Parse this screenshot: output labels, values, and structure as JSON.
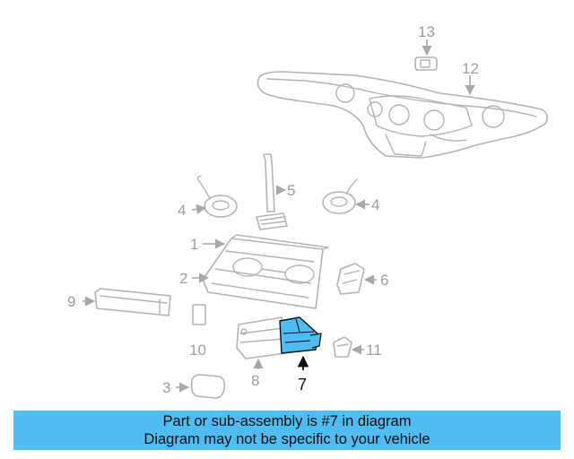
{
  "diagram": {
    "callouts": {
      "c1": "1",
      "c2": "2",
      "c3": "3",
      "c4a": "4",
      "c4b": "4",
      "c5": "5",
      "c6": "6",
      "c7": "7",
      "c8": "8",
      "c9": "9",
      "c10": "10",
      "c11": "11",
      "c12": "12",
      "c13": "13"
    },
    "highlighted_part": "7",
    "highlight_color": "#4fbcf2"
  },
  "caption": {
    "line1": "Part or sub-assembly is #7 in diagram",
    "line2": "Diagram may not be specific to your vehicle",
    "background": "#4fbcf2"
  }
}
